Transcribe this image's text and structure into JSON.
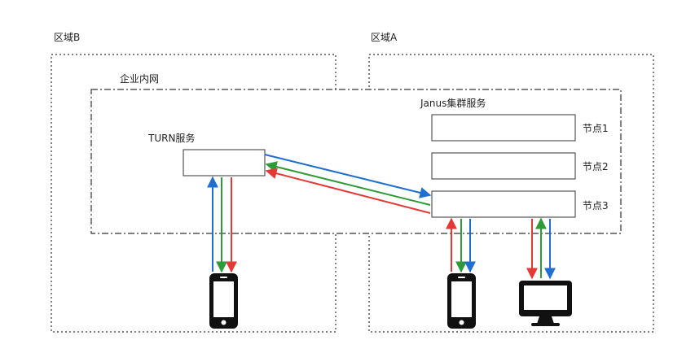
{
  "regions": {
    "region_b_label": "区域B",
    "region_a_label": "区域A"
  },
  "intranet": {
    "label": "企业内网"
  },
  "turn": {
    "label": "TURN服务"
  },
  "janus": {
    "label": "Janus集群服务",
    "nodes": [
      {
        "label": "节点1"
      },
      {
        "label": "节点2"
      },
      {
        "label": "节点3"
      }
    ]
  },
  "devices": {
    "region_b_device": "phone-icon",
    "region_a_devices": [
      "phone-icon",
      "desktop-monitor-icon"
    ]
  },
  "colors": {
    "arrow_blue": "#1f6fd1",
    "arrow_green": "#2e9a3a",
    "arrow_red": "#e53935",
    "border": "#333333",
    "device": "#111111"
  }
}
